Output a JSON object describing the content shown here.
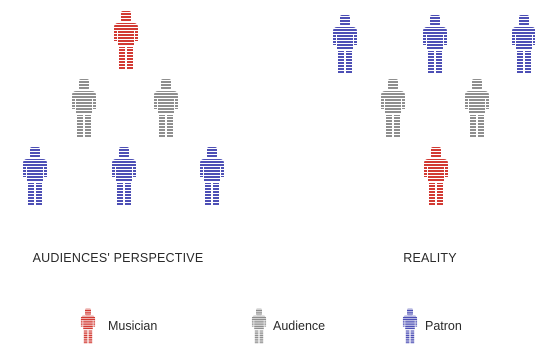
{
  "colors": {
    "musician": "#d23a33",
    "audience": "#8e8e8e",
    "patron": "#4d4fb5"
  },
  "icon": "person-icon",
  "panels": [
    {
      "caption": "AUDIENCES' PERSPECTIVE",
      "rows": [
        [
          "musician"
        ],
        [
          "audience",
          "audience"
        ],
        [
          "patron",
          "patron",
          "patron"
        ]
      ]
    },
    {
      "caption": "REALITY",
      "rows": [
        [
          "patron",
          "patron",
          "patron"
        ],
        [
          "audience",
          "audience"
        ],
        [
          "musician"
        ]
      ]
    }
  ],
  "legend": [
    {
      "role": "musician",
      "label": "Musician"
    },
    {
      "role": "audience",
      "label": "Audience"
    },
    {
      "role": "patron",
      "label": "Patron"
    }
  ]
}
